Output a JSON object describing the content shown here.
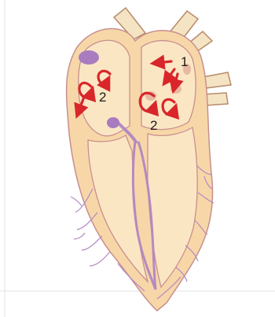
{
  "labels": {
    "left_atrium_step": "2",
    "right_atrium_step_1": "1",
    "right_atrium_step_2": "2"
  },
  "colors": {
    "muscle": "#f7d7a8",
    "chamber": "#fbe6c4",
    "outline": "#c88f8f",
    "conduction": "#b48ac2",
    "arrow": "#d9262a",
    "vessel": "#f4e4c4"
  },
  "icons": [
    "sinoatrial-node",
    "atrioventricular-node",
    "circular-arrow",
    "straight-arrow"
  ]
}
